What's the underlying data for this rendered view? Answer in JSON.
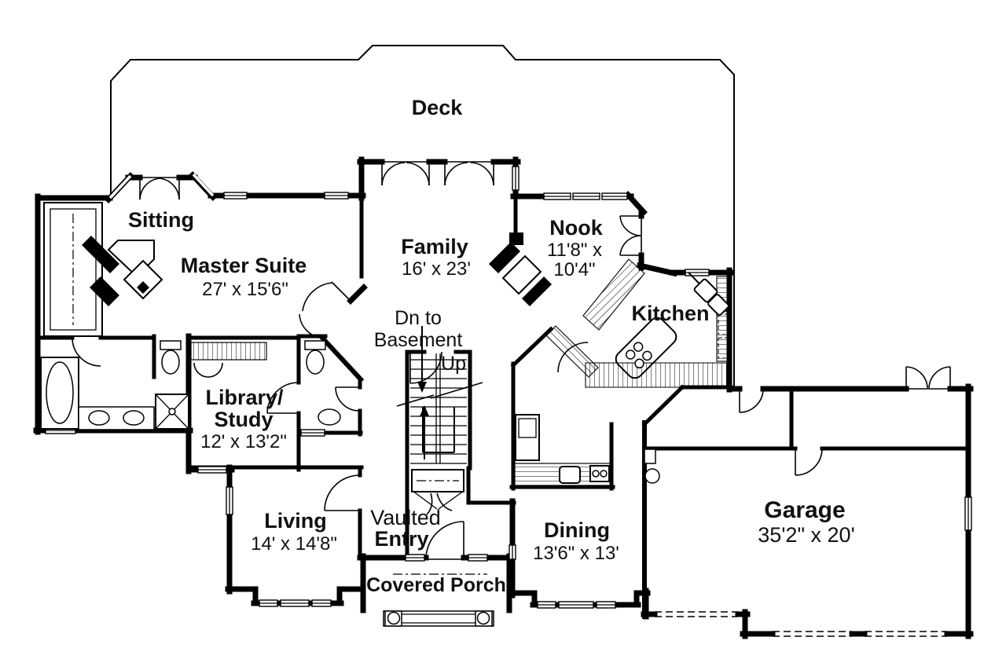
{
  "figure": {
    "type": "floor-plan",
    "ink_color": "#000000",
    "paper_color": "#ffffff"
  },
  "labels": {
    "deck": {
      "name": "Deck"
    },
    "sitting": {
      "name": "Sitting"
    },
    "master": {
      "name": "Master Suite",
      "dims": "27' x 15'6\""
    },
    "family": {
      "name": "Family",
      "dims": "16' x 23'"
    },
    "nook": {
      "name": "Nook",
      "dims_line1": "11'8\" x",
      "dims_line2": "10'4\""
    },
    "kitchen": {
      "name": "Kitchen"
    },
    "stairs": {
      "down_line1": "Dn to",
      "down_line2": "Basement",
      "up": "Up"
    },
    "library": {
      "name_line1": "Library/",
      "name_line2": "Study",
      "dims": "12' x 13'2\""
    },
    "living": {
      "name": "Living",
      "dims": "14' x 14'8\""
    },
    "entry": {
      "line1": "Vaulted",
      "line2": "Entry"
    },
    "porch": {
      "name": "Covered Porch"
    },
    "dining": {
      "name": "Dining",
      "dims": "13'6\" x 13'"
    },
    "garage": {
      "name": "Garage",
      "dims": "35'2\" x 20'"
    }
  }
}
